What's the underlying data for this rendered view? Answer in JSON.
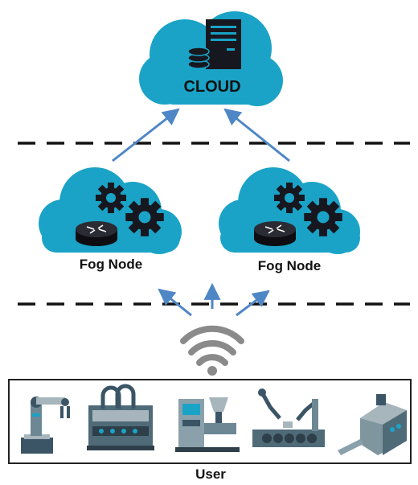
{
  "cloud": {
    "label": "CLOUD",
    "icon": "server-database-icon"
  },
  "fog_nodes": [
    {
      "label": "Fog Node",
      "icons": [
        "router-icon",
        "gears-icon"
      ]
    },
    {
      "label": "Fog Node",
      "icons": [
        "router-icon",
        "gears-icon"
      ]
    }
  ],
  "connectivity": {
    "icon": "wifi-icon"
  },
  "user": {
    "label": "User",
    "machines": [
      "robotic-arm-icon",
      "industrial-press-icon",
      "injection-molding-icon",
      "assembly-robots-icon",
      "extruder-machine-icon"
    ]
  },
  "colors": {
    "cloud_fill": "#1aa3c6",
    "arrow": "#4f86c6",
    "icon_dark": "#17171f",
    "dash": "#111111",
    "wifi": "#8a8a8a"
  }
}
